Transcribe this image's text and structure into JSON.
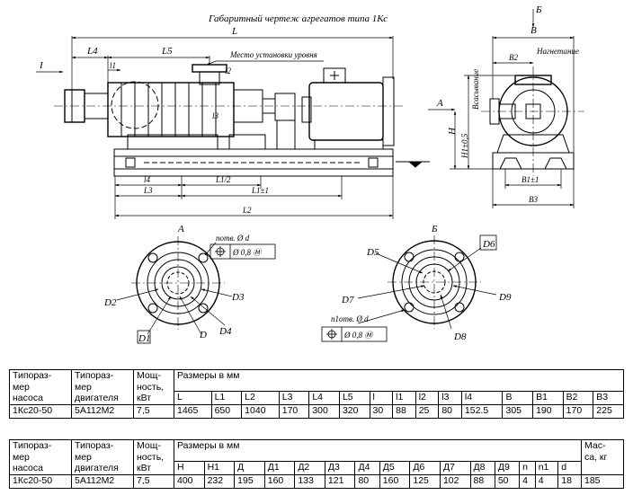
{
  "drawing": {
    "title": "Габаритный чертеж агрегатов типа 1Кс",
    "level_note": "Место установки уровня",
    "view_a": "А",
    "view_b": "Б",
    "section_b_marker": "Б",
    "section_a_marker": "А",
    "section_i_marker": "I",
    "dims": {
      "L": "L",
      "L4": "L4",
      "L5": "L5",
      "l1_top": "l1",
      "l2": "l2",
      "l3": "l3",
      "B": "B",
      "B2": "B2",
      "H": "H",
      "H1": "H1±0,5",
      "B1": "B1±1",
      "B3": "B3",
      "l4": "l4",
      "L1half": "L1/2",
      "L3": "L3",
      "L1": "L1±1",
      "L2": "L2",
      "inlet": "Всасывание",
      "outlet": "Нагнетание"
    },
    "flange_a": {
      "holes_note": "потв. Ø d",
      "tolerance": "Ø 0,8 Ⓜ",
      "labels": [
        "D2",
        "D3",
        "D4",
        "D",
        "D1"
      ]
    },
    "flange_b": {
      "holes_note": "n1отв. Ø d",
      "tolerance": "Ø 0,8 Ⓜ",
      "labels": [
        "D5",
        "D6",
        "D7",
        "D8",
        "D9"
      ]
    }
  },
  "table1": {
    "headers": [
      "Типораз-\nмер\nнасоса",
      "Типораз-\nмер\nдвигателя",
      "Мощ-\nность,\nкВт"
    ],
    "group": "Размеры в мм",
    "columns": [
      "L",
      "L1",
      "L2",
      "L3",
      "L4",
      "L5",
      "l",
      "l1",
      "l2",
      "l3",
      "l4",
      "B",
      "B1",
      "B2",
      "B3"
    ],
    "row": [
      "1Кс20-50",
      "5А112М2",
      "7,5",
      "1465",
      "650",
      "1040",
      "170",
      "300",
      "320",
      "30",
      "88",
      "25",
      "80",
      "152.5",
      "305",
      "190",
      "170",
      "225"
    ]
  },
  "table2": {
    "headers": [
      "Типораз-\nмер\nнасоса",
      "Типораз-\nмер\nдвигателя",
      "Мощ-\nность,\nкВт"
    ],
    "group": "Размеры в мм",
    "columns": [
      "H",
      "H1",
      "Д",
      "Д1",
      "Д2",
      "Д3",
      "Д4",
      "Д5",
      "Д6",
      "Д7",
      "Д8",
      "Д9",
      "n",
      "n1",
      "d"
    ],
    "mass": "Мас-\nса, кг",
    "row": [
      "1Кс20-50",
      "5А112М2",
      "7,5",
      "400",
      "232",
      "195",
      "160",
      "133",
      "121",
      "80",
      "160",
      "125",
      "102",
      "88",
      "50",
      "4",
      "4",
      "18",
      "185"
    ]
  }
}
